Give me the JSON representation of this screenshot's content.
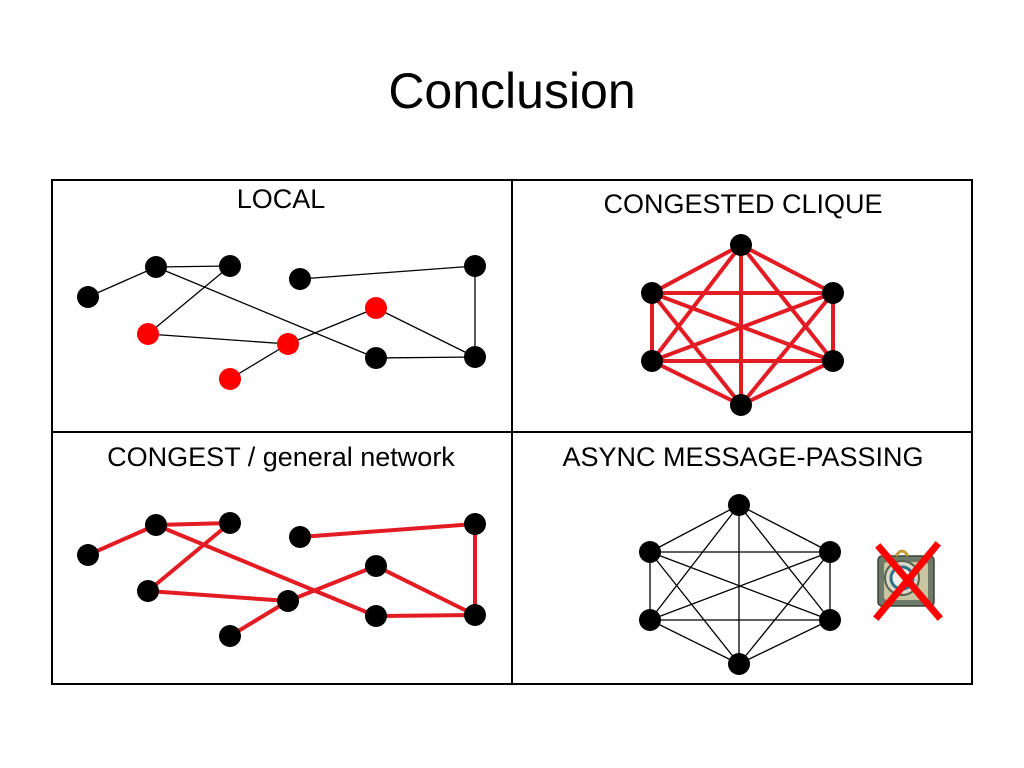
{
  "slide": {
    "title": "Conclusion"
  },
  "quadrants": {
    "local": {
      "label": "LOCAL"
    },
    "congested_clique": {
      "label": "CONGESTED CLIQUE"
    },
    "congest": {
      "label": "CONGEST / general network"
    },
    "async": {
      "label": "ASYNC MESSAGE-PASSING"
    }
  },
  "colors": {
    "node_default": "#000000",
    "node_highlight": "#ff0000",
    "edge_thin": "#000000",
    "edge_highlight": "#e31b23"
  },
  "icons": {
    "async_marker": "clock-crossed-icon"
  }
}
